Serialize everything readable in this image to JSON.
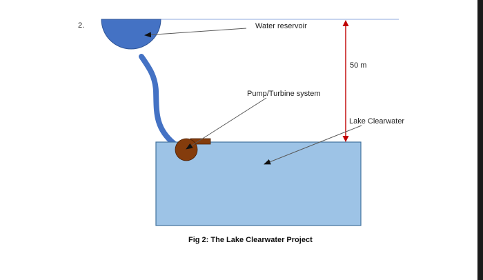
{
  "question_number": "2.",
  "labels": {
    "reservoir": "Water reservoir",
    "pump": "Pump/Turbine system",
    "height": "50 m",
    "lake": "Lake Clearwater"
  },
  "caption": "Fig 2: The Lake Clearwater Project",
  "colors": {
    "reservoir_fill": "#4472c4",
    "lake_fill": "#9dc3e6",
    "lake_border": "#41719c",
    "pump_fill": "#843c0c",
    "pipe": "#4472c4",
    "dimension_arrow": "#c00000",
    "leader_line": "#595959",
    "page_edge": "#1a1a1a"
  }
}
